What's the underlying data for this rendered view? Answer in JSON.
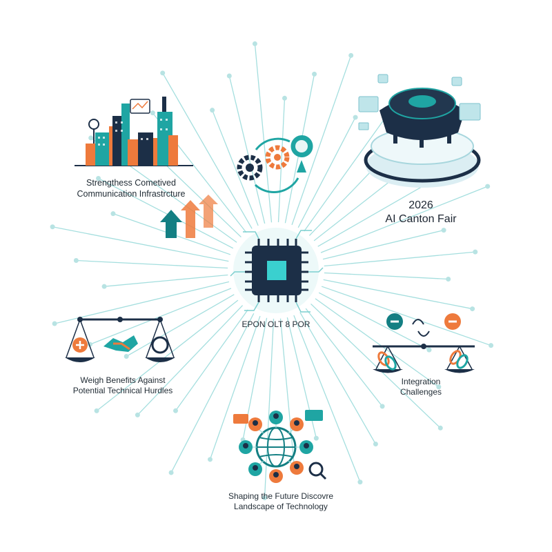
{
  "labels": {
    "city": [
      "Strengthess Cometived",
      "Communication Infrastrcture"
    ],
    "fair": [
      "2026",
      "AI Canton Fair"
    ],
    "chip": "EPON OLT 8 POR",
    "weigh": [
      "Weigh Benefits Against",
      "Potential Technical Hurdles"
    ],
    "integration": [
      "Integration",
      "Challenges"
    ],
    "future": [
      "Shaping the Future Discovre",
      "Landscape of Technology"
    ]
  },
  "icons": {
    "city": "city-skyline-icon",
    "fair": "ai-robot-dome-icon",
    "process": "gear-brain-cycle-icon",
    "chip": "microchip-icon",
    "scale": "balance-scale-icon",
    "scale_broken": "broken-chain-scale-icon",
    "people": "people-network-globe-icon",
    "arrows": "growth-arrows-icon"
  },
  "colors": {
    "teal": "#1fa5a3",
    "teal_dark": "#137f83",
    "orange": "#ee7a3c",
    "navy": "#1c2f47",
    "line": "#86d4d4",
    "dot": "#b8e3e3"
  }
}
